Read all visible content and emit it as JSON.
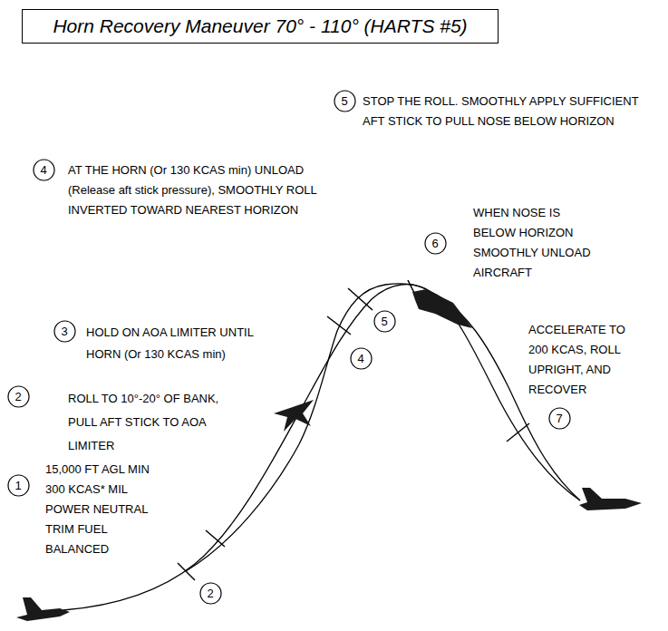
{
  "diagram": {
    "title": "Horn Recovery Maneuver 70° - 110° (HARTS #5)",
    "nodes": [
      {
        "text": [
          "5"
        ]
      },
      {
        "text": [
          "4"
        ]
      },
      {
        "text": [
          "6"
        ]
      },
      {
        "text": [
          "5"
        ]
      },
      {
        "text": [
          "3"
        ]
      },
      {
        "text": [
          "4"
        ]
      },
      {
        "text": [
          "2"
        ]
      },
      {
        "text": [
          "7"
        ]
      },
      {
        "text": [
          "1"
        ]
      },
      {
        "text": [
          "2"
        ]
      }
    ],
    "labels": [
      "STOP THE ROLL. SMOOTHLY APPLY SUFFICIENT AFT STICK TO PULL NOSE BELOW HORIZON",
      "AT THE HORN (Or 130 KCAS min) UNLOAD (Release aft stick pressure), SMOOTHLY ROLL INVERTED TOWARD NEAREST HORIZON",
      "WHEN NOSE IS BELOW HORIZON SMOOTHLY UNLOAD AIRCRAFT",
      "HOLD ON AOA LIMITER UNTIL HORN (Or 130 KCAS min)",
      "ROLL TO 10°-20° OF BANK, PULL AFT STICK TO AOA LIMITER",
      "ACCELERATE TO 200 KCAS, ROLL UPRIGHT, AND RECOVER",
      "15,000 FT AGL MIN 300 KCAS* MIL POWER NEUTRAL TRIM FUEL BALANCED"
    ]
  }
}
